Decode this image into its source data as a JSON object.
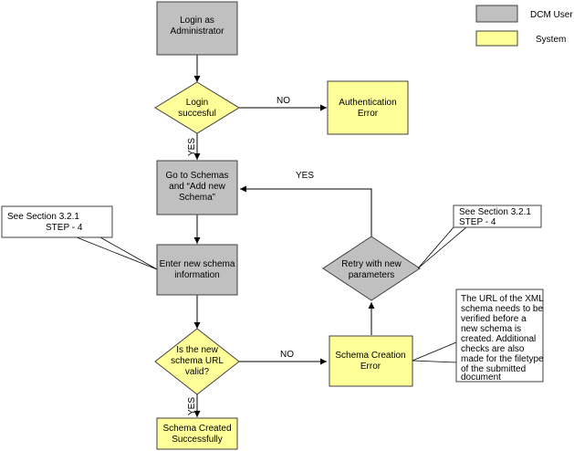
{
  "legend": {
    "user": {
      "label": "DCM User",
      "color": "#c0c0c0"
    },
    "system": {
      "label": "System",
      "color": "#ffff99"
    }
  },
  "nodes": {
    "login_admin": [
      "Login as",
      "Administrator"
    ],
    "login_decision": [
      "Login",
      "succesful"
    ],
    "auth_error": [
      "Authentication",
      "Error"
    ],
    "go_schemas": [
      "Go to Schemas",
      "and “Add new",
      "Schema”"
    ],
    "enter_info": [
      "Enter new schema",
      "information"
    ],
    "url_decision": [
      "Is the new",
      "schema URL",
      "valid?"
    ],
    "schema_created": [
      "Schema Created",
      "Successfully"
    ],
    "creation_error": [
      "Schema Creation",
      "Error"
    ],
    "retry": [
      "Retry with new",
      "parameters"
    ]
  },
  "notes": {
    "left": [
      "See Section 3.2.1",
      "STEP - 4"
    ],
    "right": [
      "See Section 3.2.1",
      "STEP - 4"
    ],
    "url_info": [
      "The URL of the XML",
      "schema needs to be",
      "verified before a",
      "new schema is",
      "created. Additional",
      "checks are also",
      "made for the filetype",
      "of the submitted",
      "document"
    ]
  },
  "edges": {
    "login_no": "NO",
    "login_yes": "YES",
    "retry_yes": "YES",
    "url_no": "NO",
    "url_yes": "YES"
  }
}
